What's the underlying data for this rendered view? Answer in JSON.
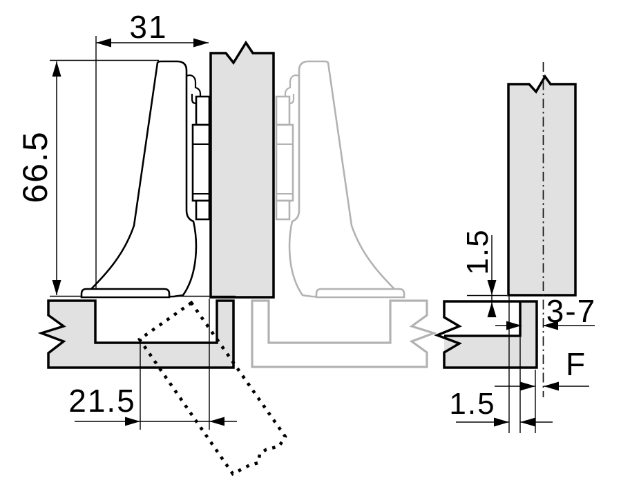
{
  "colors": {
    "background": "#ffffff",
    "line": "#000000",
    "panel_fill": "#e1e1e1",
    "ghost": "#b2b2b2"
  },
  "front_view": {
    "dim_overlay_width": "31",
    "dim_total_height": "66.5",
    "dim_drilling_distance": "21.5"
  },
  "side_view": {
    "dim_door_gap_top": "1.5",
    "dim_distance_range": "3-7",
    "dim_reveal": "F",
    "dim_gap_bottom": "1.5"
  }
}
